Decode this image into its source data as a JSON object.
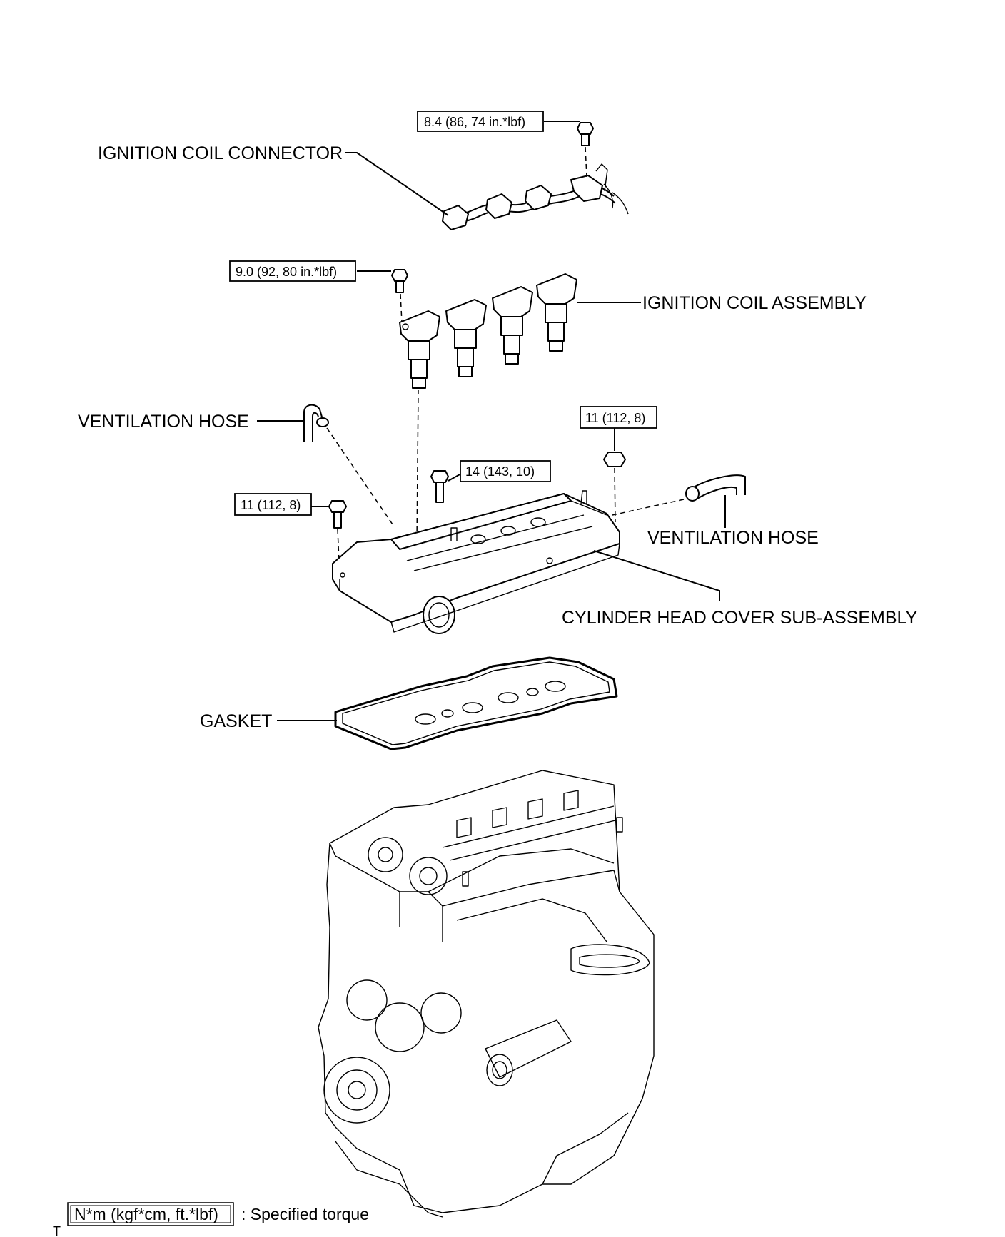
{
  "labels": {
    "ignition_coil_connector": "IGNITION COIL CONNECTOR",
    "ignition_coil_assembly": "IGNITION COIL ASSEMBLY",
    "ventilation_hose_left": "VENTILATION HOSE",
    "ventilation_hose_right": "VENTILATION HOSE",
    "cylinder_head_cover": "CYLINDER HEAD COVER SUB-ASSEMBLY",
    "gasket": "GASKET"
  },
  "torques": {
    "connector_bolt": "8.4 (86, 74 in.*lbf)",
    "coil_bolt": "9.0 (92, 80 in.*lbf)",
    "cover_nut": "11 (112, 8)",
    "cover_stud_bolt": "14 (143, 10)",
    "cover_bolt_left": "11 (112, 8)"
  },
  "legend": {
    "unit_box": "N*m (kgf*cm, ft.*lbf)",
    "description": ": Specified torque"
  },
  "footer_mark": "T"
}
